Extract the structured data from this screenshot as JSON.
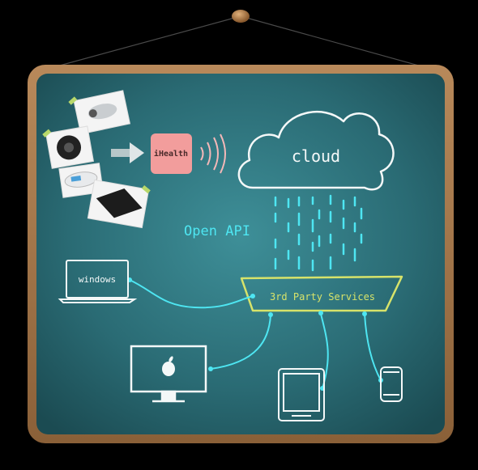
{
  "board": {
    "frame_color": "#a57b4e",
    "chalk_color": "#3d8088"
  },
  "labels": {
    "ihealth": "iHealth",
    "cloud": "cloud",
    "open_api": "Open API",
    "third_party": "3rd Party Services",
    "windows": "windows"
  },
  "devices": {
    "apple_logo": "apple-icon"
  },
  "colors": {
    "cyan": "#4ee6f2",
    "yellow": "#d7e36a",
    "white": "#f4f8f8",
    "ihealth_bg": "#f29d9c"
  }
}
